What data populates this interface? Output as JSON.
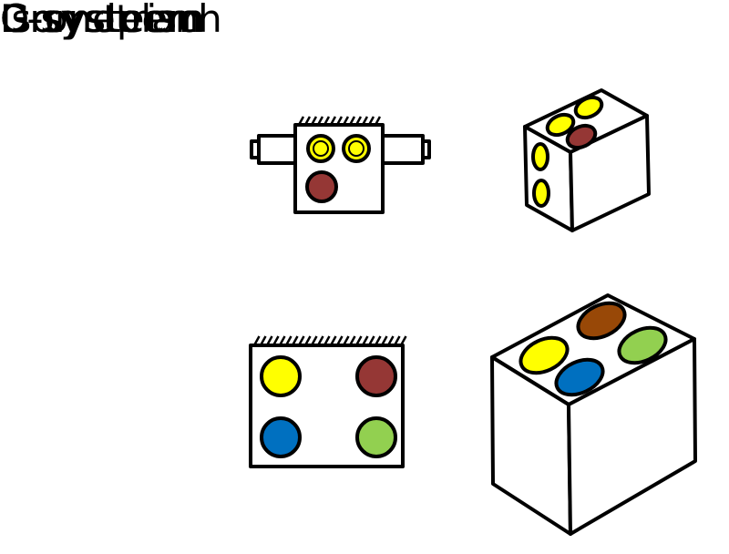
{
  "headers": {
    "plan": "Grondplan",
    "iso": "Isometrisch"
  },
  "rows": {
    "c": "C-systeem",
    "d": "D-systeem"
  },
  "colors": {
    "stroke": "#000000",
    "fill": "#ffffff",
    "yellow": "#ffff00",
    "brown_red": "#953735",
    "brown": "#984807",
    "blue": "#0070c0",
    "green": "#92d050"
  }
}
